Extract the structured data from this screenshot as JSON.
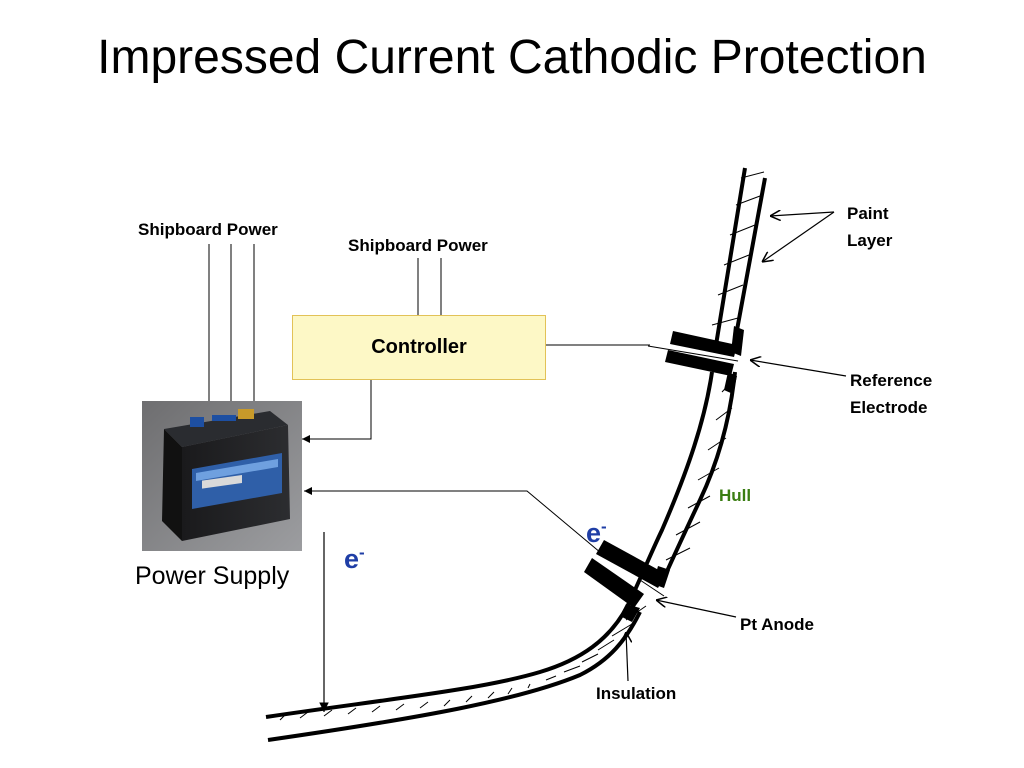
{
  "title": "Impressed Current Cathodic Protection",
  "labels": {
    "shipboard_power_left": "Shipboard Power",
    "shipboard_power_mid": "Shipboard Power",
    "controller": "Controller",
    "power_supply": "Power Supply",
    "paint_layer": "Paint Layer",
    "reference_electrode": "Reference Electrode",
    "hull": "Hull",
    "pt_anode": "Pt Anode",
    "insulation": "Insulation",
    "electron_symbol": "e",
    "electron_charge": "-"
  },
  "colors": {
    "controller_fill": "#fdf8c6",
    "controller_border": "#e2c257",
    "hull_label": "#3a7d12",
    "electron": "#1f3ea6"
  }
}
